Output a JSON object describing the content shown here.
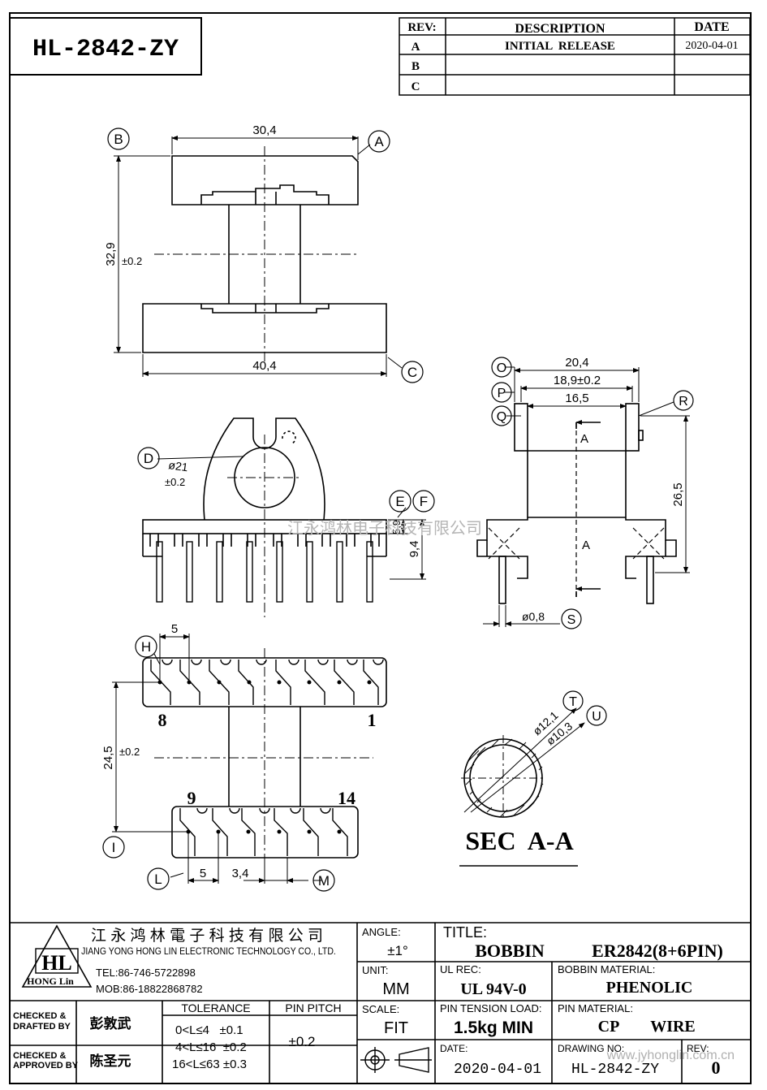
{
  "drawing_number": "HL-2842-ZY",
  "revision_table": {
    "headers": {
      "rev": "REV:",
      "description": "DESCRIPTION",
      "date": "DATE"
    },
    "rows": [
      {
        "rev": "A",
        "description": "INITIAL  RELEASE",
        "date": "2020-04-01"
      },
      {
        "rev": "B",
        "description": "",
        "date": ""
      },
      {
        "rev": "C",
        "description": "",
        "date": ""
      }
    ]
  },
  "top_view": {
    "width_top": "30,4",
    "height": "32,9",
    "height_tol": "±0.2",
    "width_bottom": "40,4",
    "label_b": "B",
    "label_a": "A",
    "label_c": "C"
  },
  "front_view": {
    "hole_dia": "ø21",
    "hole_tol": "±0.2",
    "dim_5_9": "5,9",
    "dim_9_4": "9,4",
    "label_d": "D",
    "label_e": "E",
    "label_f": "F"
  },
  "side_view": {
    "dim_20_4": "20,4",
    "dim_18_9": "18,9±0.2",
    "dim_16_5": "16,5",
    "dim_26_5": "26,5",
    "pin_dia": "ø0,8",
    "section_a_top": "A",
    "section_a_bottom": "A",
    "label_o": "O",
    "label_p": "P",
    "label_q": "Q",
    "label_r": "R",
    "label_s": "S"
  },
  "bottom_view": {
    "pitch_top": "5",
    "height": "24,5",
    "height_tol": "±0.2",
    "pitch_bottom": "5",
    "dim_3_4": "3,4",
    "pin_8": "8",
    "pin_1": "1",
    "pin_9": "9",
    "pin_14": "14",
    "label_h": "H",
    "label_i": "I",
    "label_l": "L",
    "label_m": "M"
  },
  "section": {
    "outer_dia": "ø12,1",
    "inner_dia": "ø10,3",
    "title": "SEC  A-A",
    "label_t": "T",
    "label_u": "U"
  },
  "watermark": "江永鸿林电子科技有限公司",
  "footer_watermark": "www.jyhonglin.com.cn",
  "title_block": {
    "company_cn": "江 永 鸿 林 電 子 科 技 有 限 公 司",
    "company_en": "JIANG YONG HONG LIN ELECTRONIC TECHNOLOGY CO., LTD.",
    "tel": "TEL:86-746-5722898",
    "mob": "MOB:86-18822868782",
    "logo_text": "HL",
    "logo_sub": "HONG Lin",
    "checked_drafted_label_1": "CHECKED &",
    "checked_drafted_label_2": "DRAFTED BY",
    "drafted_by": "彭敦武",
    "checked_approved_label_1": "CHECKED &",
    "checked_approved_label_2": "APPROVED BY",
    "approved_by": "陈圣元",
    "tolerance_label": "TOLERANCE",
    "tolerance_rows": [
      "0<L≤4   ±0.1",
      "4<L≤16  ±0.2",
      "16<L≤63 ±0.3"
    ],
    "pin_pitch_label": "PIN PITCH",
    "pin_pitch": "±0.2",
    "angle_label": "ANGLE:",
    "angle": "±1°",
    "unit_label": "UNIT:",
    "unit": "MM",
    "scale_label": "SCALE:",
    "scale": "FIT",
    "title_label": "TITLE:",
    "title_1": "BOBBIN",
    "title_2": "ER2842(8+6PIN)",
    "ul_rec_label": "UL REC:",
    "ul_rec": "UL 94V-0",
    "bobbin_material_label": "BOBBIN MATERIAL:",
    "bobbin_material": "PHENOLIC",
    "pin_tension_label": "PIN TENSION LOAD:",
    "pin_tension": "1.5kg MIN",
    "pin_material_label": "PIN MATERIAL:",
    "pin_material_1": "CP",
    "pin_material_2": "WIRE",
    "date_label": "DATE:",
    "date": "2020-04-01",
    "drawing_no_label": "DRAWING NO:",
    "drawing_no": "HL-2842-ZY",
    "rev_label": "REV:",
    "rev": "0"
  }
}
